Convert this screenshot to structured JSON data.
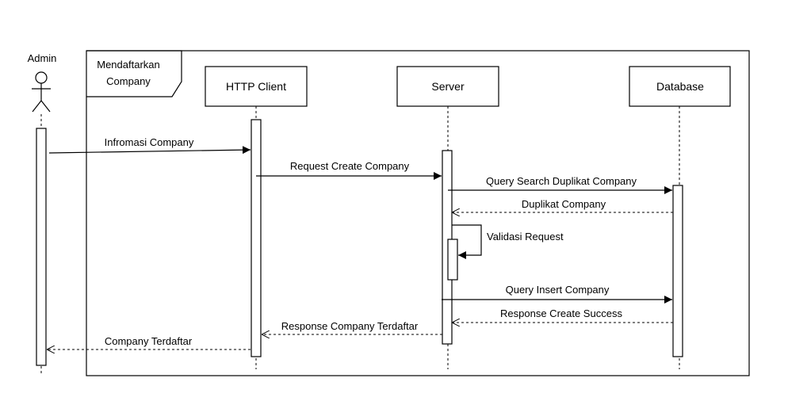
{
  "frame": {
    "label_line1": "Mendaftarkan",
    "label_line2": "Company"
  },
  "participants": {
    "actor": "Admin",
    "http_client": "HTTP Client",
    "server": "Server",
    "database": "Database"
  },
  "messages": {
    "m1": "Infromasi Company",
    "m2": "Request Create Company",
    "m3": "Query Search Duplikat Company",
    "m4": "Duplikat Company",
    "m5": "Validasi Request",
    "m6": "Query Insert Company",
    "m7": "Response Create Success",
    "m8": "Response Company Terdaftar",
    "m9": "Company Terdaftar"
  }
}
